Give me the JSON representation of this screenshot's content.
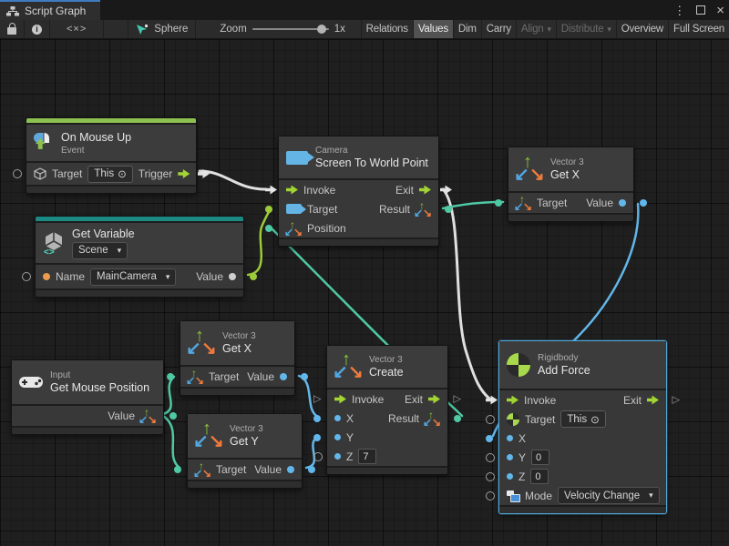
{
  "window": {
    "tab_title": "Script Graph"
  },
  "icons": {
    "target_self": "⊙",
    "dropdown_caret": "▾",
    "kebab": "⋮",
    "close": "×",
    "hollow_triangle": "▷",
    "code": "<×>",
    "info": "i"
  },
  "toolbar": {
    "sphere_label": "Sphere",
    "zoom_label": "Zoom",
    "zoom_value": "1x",
    "buttons": [
      {
        "label": "Relations"
      },
      {
        "label": "Values"
      },
      {
        "label": "Dim"
      },
      {
        "label": "Carry"
      },
      {
        "label": "Align"
      },
      {
        "label": "Distribute"
      },
      {
        "label": "Overview"
      },
      {
        "label": "Full Screen"
      }
    ]
  },
  "nodes": {
    "on_mouse_up": {
      "title": "On Mouse Up",
      "subtitle": "Event",
      "target_label": "Target",
      "target_value": "This",
      "trigger_label": "Trigger"
    },
    "get_variable": {
      "title": "Get Variable",
      "scope": "Scene",
      "name_label": "Name",
      "name_value": "MainCamera",
      "value_label": "Value"
    },
    "screen_to_world_point": {
      "category": "Camera",
      "title": "Screen To World Point",
      "invoke": "Invoke",
      "exit": "Exit",
      "target": "Target",
      "result": "Result",
      "position": "Position"
    },
    "get_x_top": {
      "category": "Vector 3",
      "title": "Get X",
      "target": "Target",
      "value": "Value"
    },
    "get_x_mid": {
      "category": "Vector 3",
      "title": "Get X",
      "target": "Target",
      "value": "Value"
    },
    "get_y": {
      "category": "Vector 3",
      "title": "Get Y",
      "target": "Target",
      "value": "Value"
    },
    "get_mouse_position": {
      "category": "Input",
      "title": "Get Mouse Position",
      "value": "Value"
    },
    "create": {
      "category": "Vector 3",
      "title": "Create",
      "invoke": "Invoke",
      "exit": "Exit",
      "x": "X",
      "y": "Y",
      "z": "Z",
      "z_value": "7",
      "result": "Result"
    },
    "add_force": {
      "category": "Rigidbody",
      "title": "Add Force",
      "invoke": "Invoke",
      "exit": "Exit",
      "target": "Target",
      "target_value": "This",
      "x": "X",
      "y": "Y",
      "y_value": "0",
      "z": "Z",
      "z_value": "0",
      "mode_label": "Mode",
      "mode_value": "Velocity Change"
    }
  },
  "connections": [
    {
      "from": "on_mouse_up.trigger",
      "to": "screen_to_world_point.invoke",
      "type": "flow",
      "color": "#E4E4E4"
    },
    {
      "from": "screen_to_world_point.exit",
      "to": "add_force.invoke",
      "type": "flow",
      "color": "#E4E4E4"
    },
    {
      "from": "get_variable.value",
      "to": "screen_to_world_point.target",
      "type": "object",
      "color": "#9BCB3A"
    },
    {
      "from": "create.result",
      "to": "screen_to_world_point.position",
      "type": "vector3",
      "color": "#4FC8A4"
    },
    {
      "from": "screen_to_world_point.result",
      "to": "get_x_top.target",
      "type": "vector3",
      "color": "#4FC8A4"
    },
    {
      "from": "get_mouse_position.value",
      "to": "get_x_mid.target",
      "type": "vector3",
      "color": "#4FC8A4"
    },
    {
      "from": "get_mouse_position.value",
      "to": "get_y.target",
      "type": "vector3",
      "color": "#4FC8A4"
    },
    {
      "from": "get_x_mid.value",
      "to": "create.x",
      "type": "float",
      "color": "#62B7EA"
    },
    {
      "from": "get_y.value",
      "to": "create.y",
      "type": "float",
      "color": "#62B7EA"
    },
    {
      "from": "get_x_top.value",
      "to": "add_force.x",
      "type": "float",
      "color": "#62B7EA"
    }
  ],
  "colors": {
    "event_strip": "#8CC152",
    "variable_strip": "#1B8A83",
    "flow_green": "#A2D434",
    "vector3_teal": "#4FC8A4",
    "float_blue": "#62B7EA",
    "object_green": "#9BCB3A",
    "selection": "#4FA8D8"
  }
}
